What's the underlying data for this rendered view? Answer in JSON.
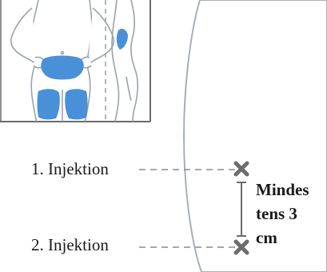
{
  "injection_labels": {
    "first": "1. Injektion",
    "second": "2. Injektion"
  },
  "distance_label": {
    "lines": [
      "Mindes",
      "tens 3",
      "cm"
    ]
  },
  "colors": {
    "frame": "#6b6b6b",
    "body_outline": "#9aa3ab",
    "body_fill": "#ffffff",
    "injection_area": "#4a90d9",
    "marker": "#6d6d6d",
    "dashed_line": "#8a8a8a",
    "skin_curve": "#a8b0b7"
  },
  "icons": {
    "body_front": "female-body-front-icon",
    "body_side": "female-body-side-icon",
    "marker": "x-mark-icon"
  }
}
